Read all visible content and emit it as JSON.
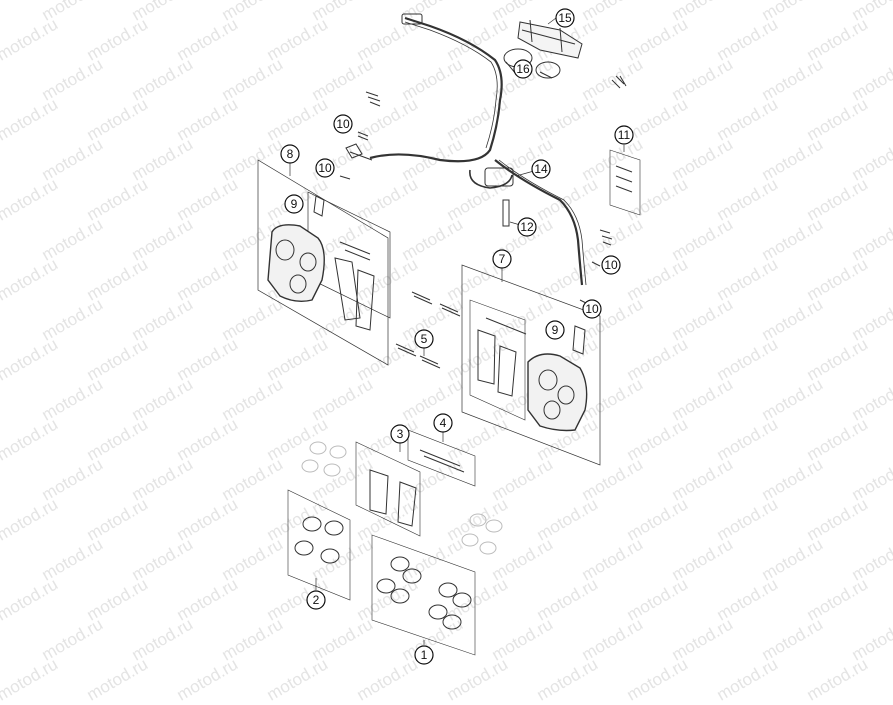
{
  "watermark": "motod.ru",
  "callouts": [
    {
      "id": "c1",
      "label": "1"
    },
    {
      "id": "c2",
      "label": "2"
    },
    {
      "id": "c3",
      "label": "3"
    },
    {
      "id": "c4",
      "label": "4"
    },
    {
      "id": "c5",
      "label": "5"
    },
    {
      "id": "c7",
      "label": "7"
    },
    {
      "id": "c8",
      "label": "8"
    },
    {
      "id": "c9a",
      "label": "9"
    },
    {
      "id": "c9b",
      "label": "9"
    },
    {
      "id": "c10a",
      "label": "10"
    },
    {
      "id": "c10b",
      "label": "10"
    },
    {
      "id": "c10c",
      "label": "10"
    },
    {
      "id": "c10d",
      "label": "10"
    },
    {
      "id": "c11",
      "label": "11"
    },
    {
      "id": "c12",
      "label": "12"
    },
    {
      "id": "c14",
      "label": "14"
    },
    {
      "id": "c15",
      "label": "15"
    },
    {
      "id": "c16",
      "label": "16"
    }
  ]
}
